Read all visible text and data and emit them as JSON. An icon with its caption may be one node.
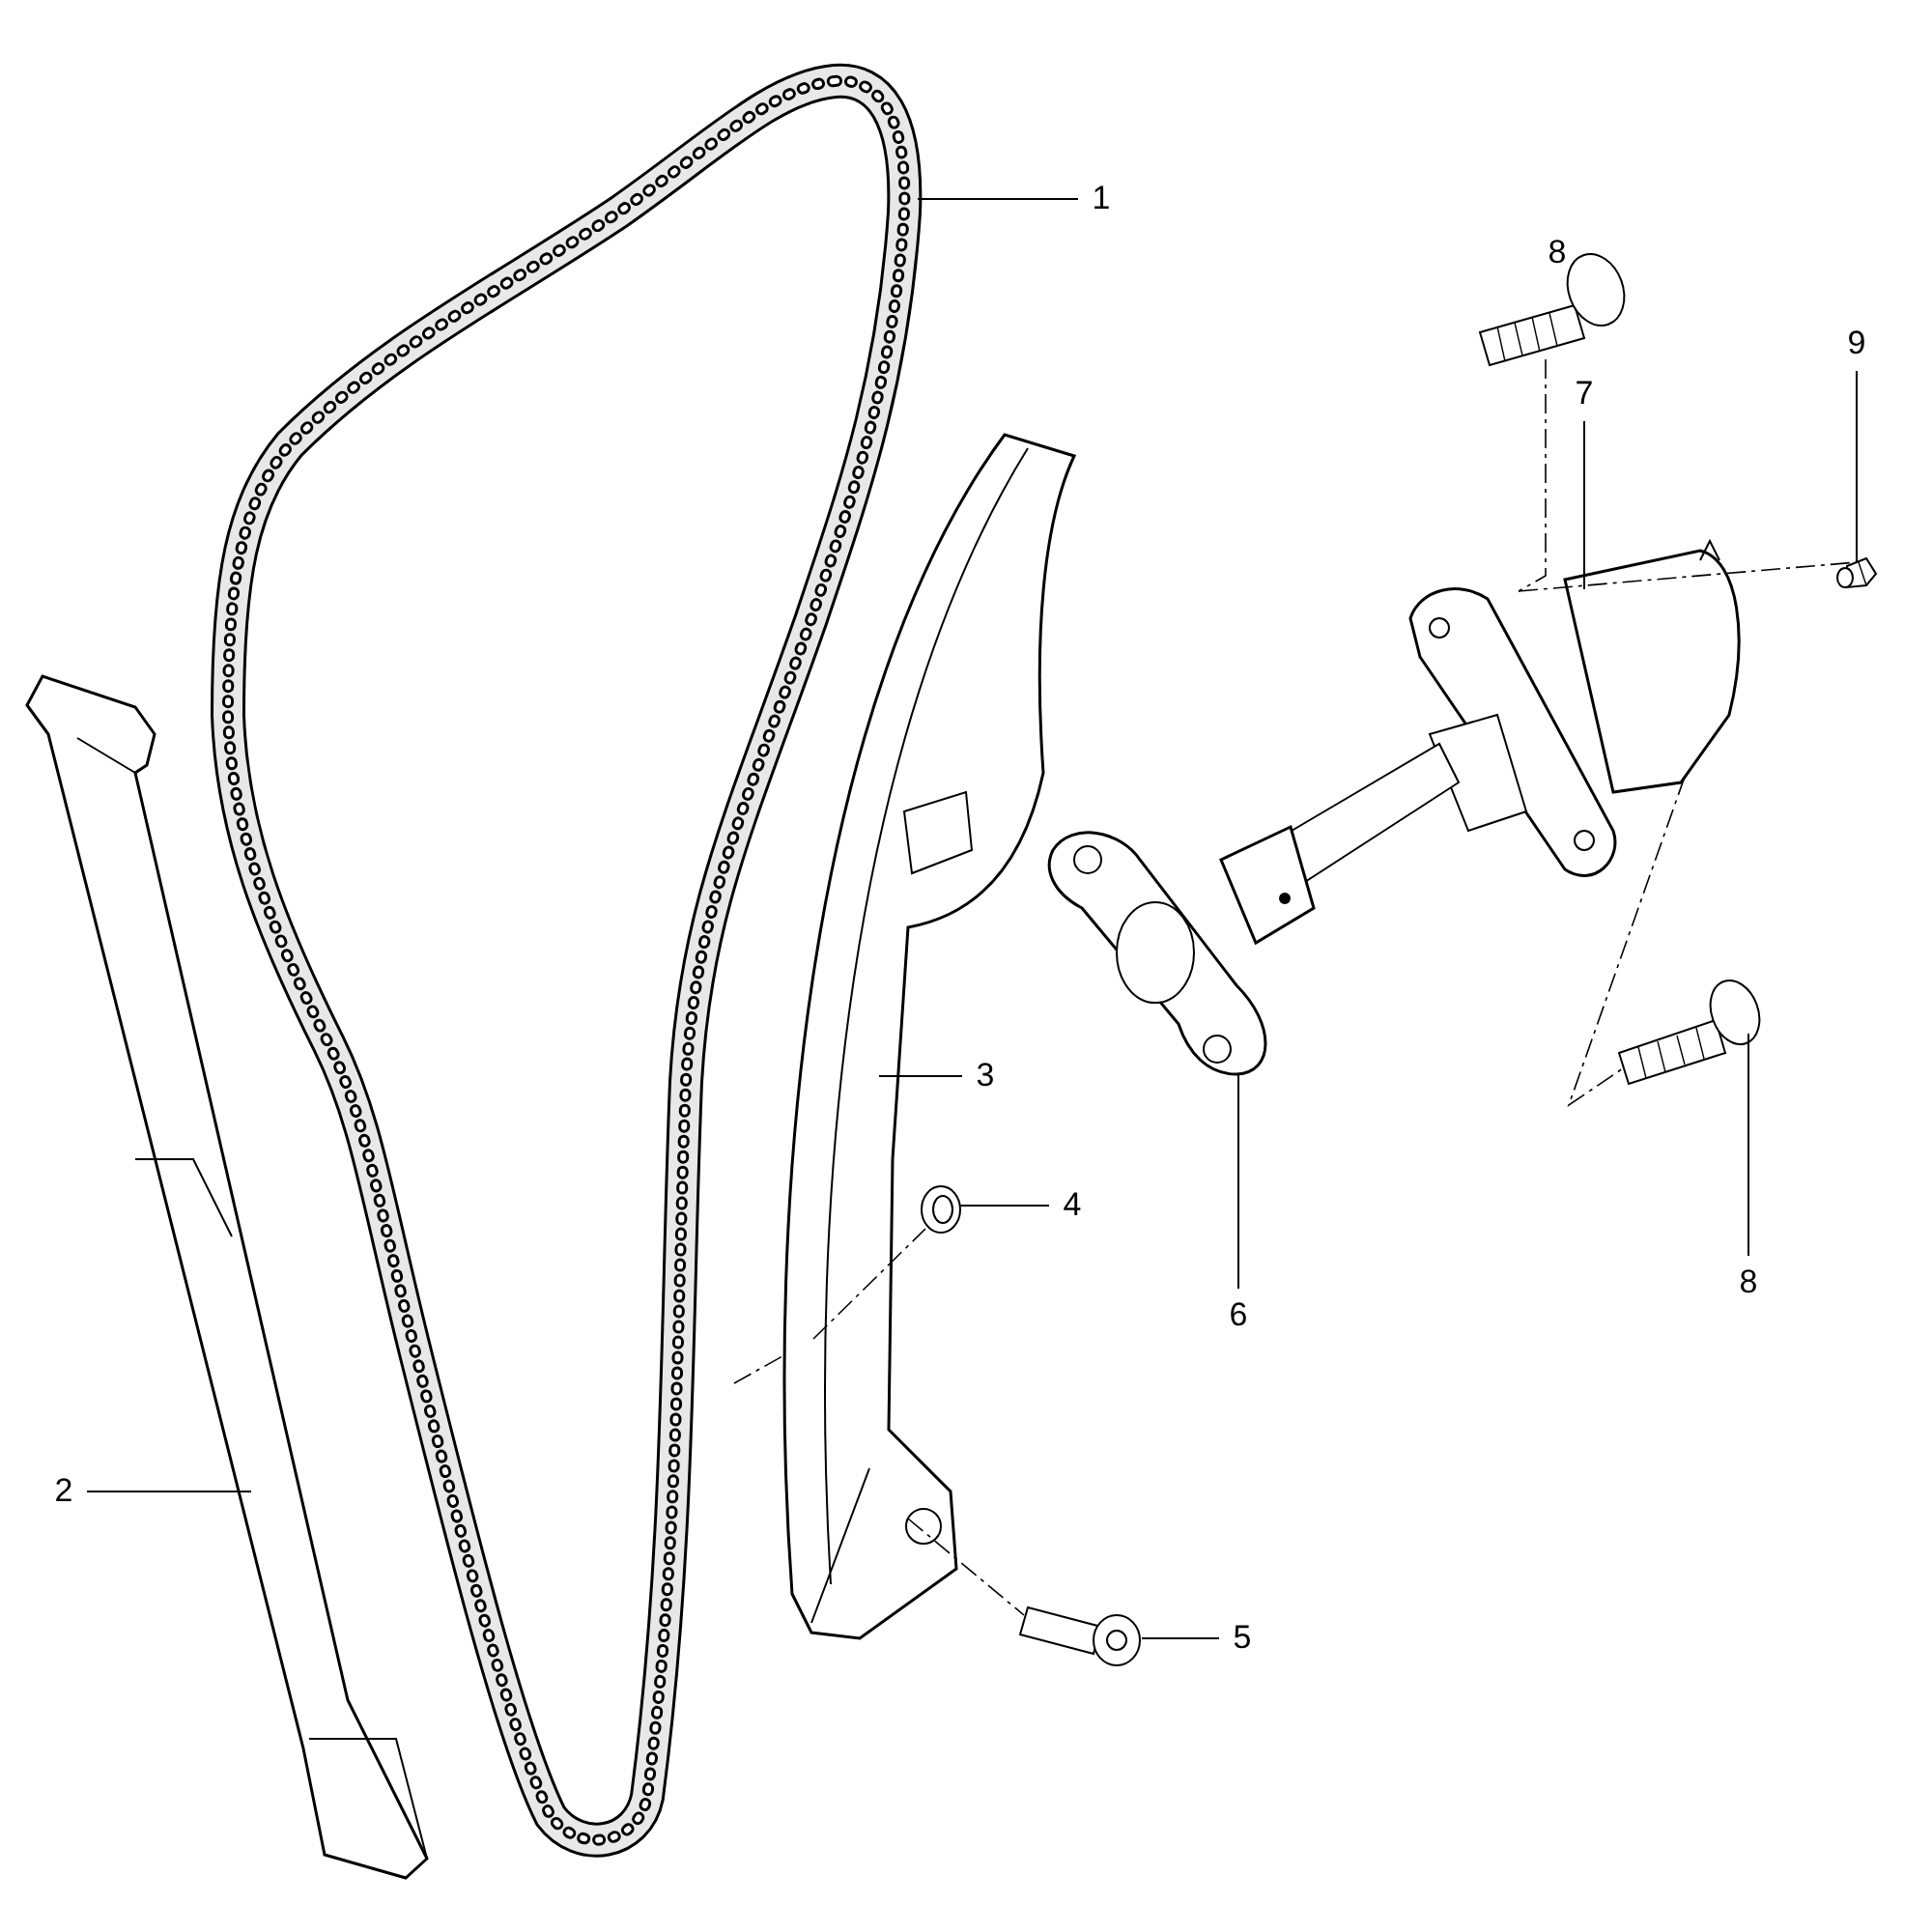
{
  "diagram": {
    "nodes": [
      {
        "text": [
          "1"
        ]
      },
      {
        "text": [],
        "shape": "picture"
      },
      {
        "text": [
          "2"
        ]
      },
      {
        "text": [],
        "shape": "picture"
      },
      {
        "text": [
          "3"
        ]
      },
      {
        "text": [],
        "shape": "picture"
      },
      {
        "text": [
          "4"
        ]
      },
      {
        "text": [],
        "shape": "picture"
      },
      {
        "text": [
          "5"
        ]
      },
      {
        "text": [],
        "shape": "picture"
      },
      {
        "text": [
          "6"
        ]
      },
      {
        "text": [],
        "shape": "picture"
      },
      {
        "text": [
          "7"
        ]
      },
      {
        "text": [],
        "shape": "picture"
      },
      {
        "text": [
          "9"
        ]
      },
      {
        "text": [],
        "shape": "picture"
      },
      {
        "text": [
          "8"
        ]
      },
      {
        "text": [],
        "shape": "picture"
      },
      {
        "text": [],
        "shape": "picture"
      }
    ],
    "edges": [
      {
        "from": 0,
        "to": 1,
        "arrow": "none"
      },
      {
        "from": 2,
        "to": 3,
        "arrow": "none"
      },
      {
        "from": 4,
        "to": 5,
        "arrow": "none"
      },
      {
        "from": 6,
        "to": 7,
        "arrow": "none"
      },
      {
        "from": 8,
        "to": 9,
        "arrow": "none"
      },
      {
        "from": 10,
        "to": 11,
        "arrow": "none"
      },
      {
        "from": 12,
        "to": 13,
        "arrow": "none"
      },
      {
        "from": 14,
        "to": 15,
        "arrow": "none"
      },
      {
        "from": 16,
        "to": 17,
        "arrow": "none"
      },
      {
        "from": 5,
        "to": 7,
        "arrow": "none",
        "style": "dashed"
      },
      {
        "from": 5,
        "to": 9,
        "arrow": "none",
        "style": "dashed"
      },
      {
        "from": 18,
        "to": 13,
        "arrow": "none",
        "style": "dashed"
      },
      {
        "from": 13,
        "to": 15,
        "arrow": "none",
        "style": "dashed"
      },
      {
        "from": 13,
        "to": 17,
        "arrow": "none",
        "style": "dashed"
      }
    ],
    "labels": [
      "8"
    ]
  }
}
